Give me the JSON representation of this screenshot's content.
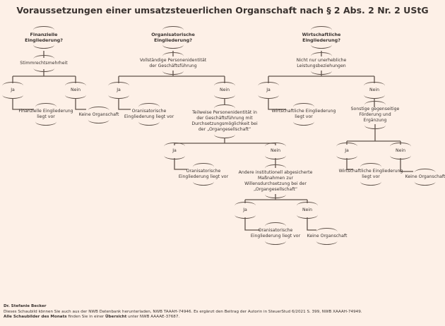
{
  "title": "Voraussetzungen einer umsatzsteuerlichen Organschaft nach § 2 Abs. 2 Nr. 2 UStG",
  "finanziell": {
    "title": "Finanzielle Eingliederung?",
    "criterion": "Stimmrechtsmehrheit",
    "yes": "Ja",
    "no": "Nein",
    "yes_result": "Finanzielle Eingliederung liegt vor",
    "no_result": "Keine Organschaft"
  },
  "organisatorisch": {
    "title": "Organisatorische Eingliederung?",
    "criterion": "Vollständige Personenidentität der Geschäftsführung",
    "yes": "Ja",
    "no": "Nein",
    "yes_result": "Oranisatorische Eingliederung liegt vor",
    "criterion2": "Teilweise Personenidentität in der Geschäftsführung mit Durchsetzungsmöglichkeit bei der „Organgesellschaft“",
    "yes2": "Ja",
    "no2": "Nein",
    "yes2_result": "Oranisatorische Eingliederung liegt vor",
    "criterion3": "Andere institutionell abgesicherte Maßnahmen zur Willensdurchsetzung bei der „Organgesellschaft“",
    "yes3": "Ja",
    "no3": "Nein",
    "yes3_result": "Oranisatorische Eingliederung liegt vor",
    "no3_result": "Keine Organschaft"
  },
  "wirtschaftlich": {
    "title": "Wirtschaftliche Eingliederung?",
    "criterion": "Nicht nur unerhebliche Leistungsbeziehungen",
    "yes": "Ja",
    "no": "Nein",
    "yes_result": "Wirtschaftliche Eingliederung liegt vor",
    "criterion2": "Sonstige gegenseitige Förderung und Ergänzung",
    "yes2": "Ja",
    "no2": "Nein",
    "yes2_result": "Wirtschaftliche Eingliederung liegt vor",
    "no2_result": "Keine Organschaft"
  },
  "footer": {
    "author": "Dr. Stefanie Becker",
    "line1": "Dieses Schaubild können Sie auch aus der NWB Datenbank herunterladen, NWB TAAAH-74946. Es ergänzt den Beitrag der Autorin in SteuerStud 6/2021 S. 399, NWB XAAAH-74949.",
    "line2_bold": "Alle Schaubilder des Monats",
    "line2_mid": " finden Sie in einer ",
    "line2_bold2": "Übersicht",
    "line2_end": " unter NWB AAAAE-37687."
  },
  "colors": {
    "background": "#fdf0e7",
    "line": "#5f524a",
    "text": "#3a3330"
  }
}
